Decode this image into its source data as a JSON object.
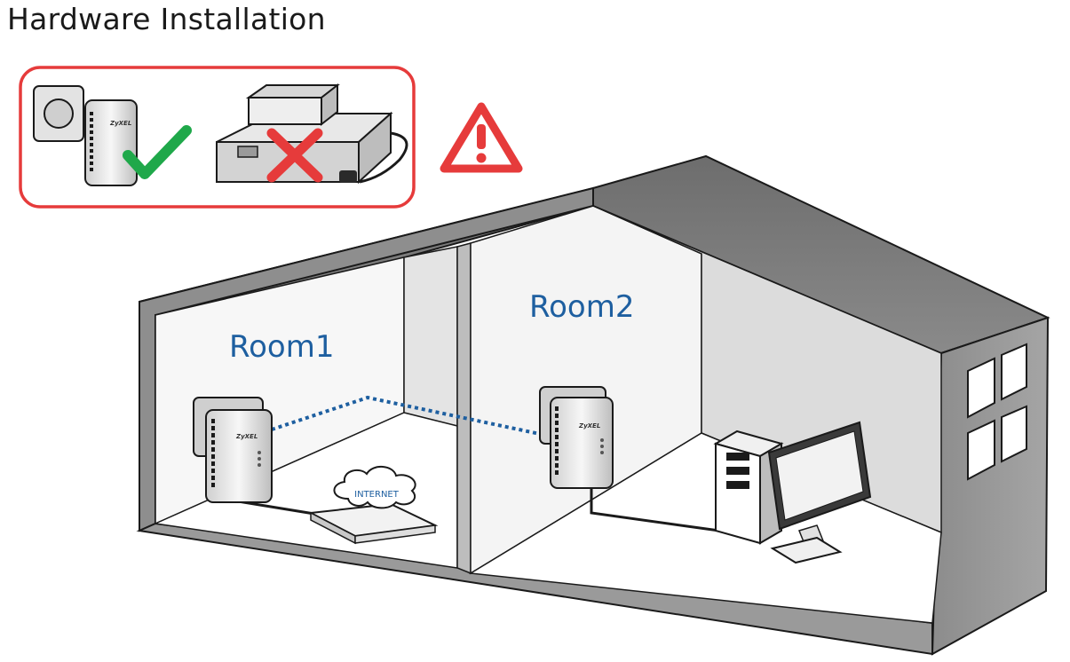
{
  "page": {
    "title": "Hardware Installation"
  },
  "colors": {
    "accent_blue": "#1e5fa0",
    "warning_red": "#e63b3b",
    "check_green": "#1fa84a"
  },
  "warning_panel": {
    "correct_icon": "check-icon",
    "incorrect_icon": "cross-icon",
    "warning_icon": "warning-triangle-icon"
  },
  "house": {
    "rooms": [
      {
        "label": "Room1"
      },
      {
        "label": "Room2"
      }
    ],
    "adapter_brand": "ZyXEL",
    "cloud_label": "INTERNET"
  }
}
